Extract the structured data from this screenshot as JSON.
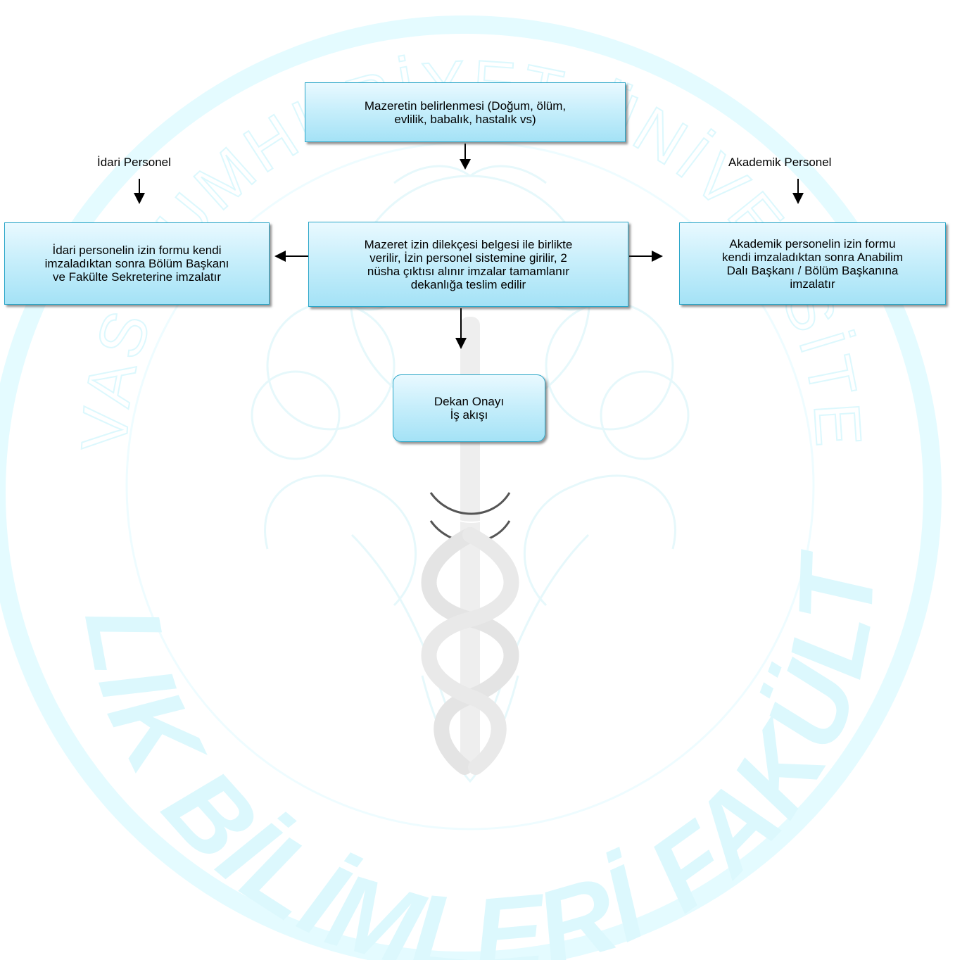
{
  "colors": {
    "box_border": "#2aa6c8",
    "box_fill_top": "#e9f9ff",
    "box_fill_bottom": "#a4e2f6",
    "watermark_ring": "#e4fbff",
    "watermark_text": "#dcf8fd",
    "watermark_gray": "#e9e9e9",
    "arrow": "#000000"
  },
  "watermark": {
    "top_arc_text": "SİVAS CUMHURİYET ÜNİVERSİTESİ",
    "bottom_arc_text": "SAĞLIK BİLİMLERİ FAKÜLTESİ",
    "emblem_icon": "caduceus-tree-icon"
  },
  "labels": {
    "idari": "İdari Personel",
    "akademik": "Akademik Personel"
  },
  "boxes": {
    "mazeret": "Mazeretin belirlenmesi (Doğum, ölüm,\nevlilik, babalık, hastalık vs)",
    "dilekce": "Mazeret izin dilekçesi belgesi ile birlikte\nverilir, İzin personel sistemine girilir, 2\nnüsha çıktısı alınır imzalar tamamlanır\ndekanlığa teslim edilir",
    "idari": "İdari personelin izin formu kendi\nimzaladıktan sonra Bölüm Başkanı\nve Fakülte Sekreterine imzalatır",
    "akademik": "Akademik personelin izin formu\nkendi imzaladıktan sonra Anabilim\nDalı Başkanı / Bölüm Başkanına\nimzalatır",
    "dekan": "Dekan Onayı\nİş akışı"
  }
}
